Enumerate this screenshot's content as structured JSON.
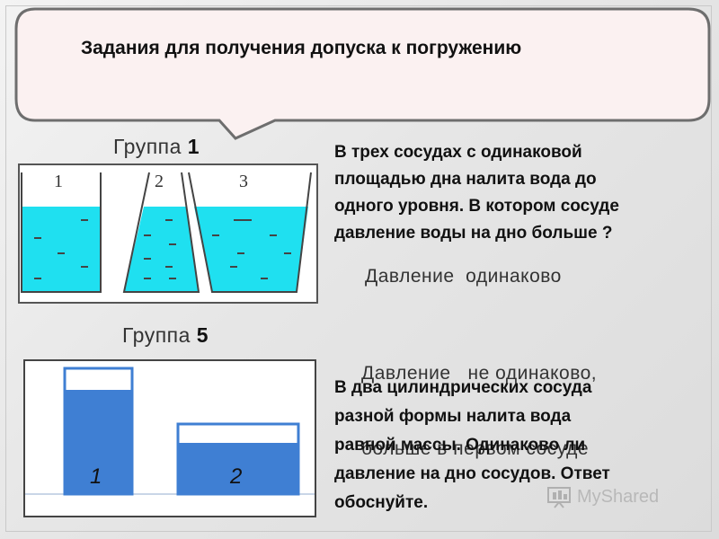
{
  "title": "Задания для получения допуска к погружению",
  "group1": {
    "label": "Группа",
    "number": "1",
    "vessel_labels": [
      "1",
      "2",
      "3"
    ],
    "question": [
      "В трех сосудах с одинаковой",
      "площадью дна налита вода до",
      "одного уровня. В котором сосуде",
      "давление воды на дно больше ?"
    ],
    "answer": "Давление  одинаково"
  },
  "group5": {
    "label": "Группа",
    "number": "5",
    "vessel_labels": [
      "1",
      "2"
    ],
    "answer": [
      "Давление   не одинаково,",
      "больше в первом сосуде"
    ],
    "question": [
      "В два цилиндрических сосуда",
      "разной формы налита вода",
      "равной массы. Одинаково ли",
      "давление на дно сосудов. Ответ",
      "обоснуйте."
    ]
  },
  "watermark": "MyShared",
  "colors": {
    "water_cyan": "#1fe0f0",
    "water_blue": "#3f7fd3"
  }
}
